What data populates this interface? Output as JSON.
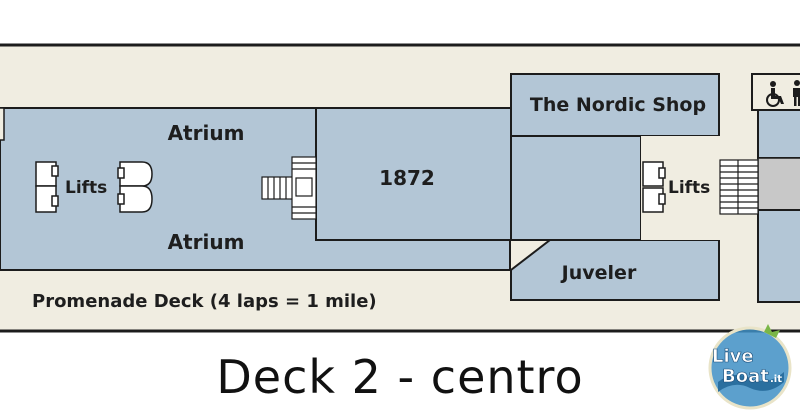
{
  "map": {
    "rooms": {
      "atrium_top": "Atrium",
      "atrium_bottom": "Atrium",
      "lifts_left": "Lifts",
      "lifts_right": "Lifts",
      "room_1872": "1872",
      "nordic_shop": "The Nordic Shop",
      "juveler": "Juveler"
    },
    "promenade": "Promenade Deck (4 laps = 1 mile)",
    "icons": [
      "wheelchair-icon",
      "restroom-icon"
    ]
  },
  "caption": "Deck 2 - centro",
  "logo": {
    "line1": "Live",
    "line2": "Boat",
    "suffix": ".it"
  },
  "colors": {
    "room_fill": "#b3c6d6",
    "corridor_fill": "#f0ede1",
    "outline": "#1c1c1c",
    "stair_fill": "#c8c8c8"
  }
}
